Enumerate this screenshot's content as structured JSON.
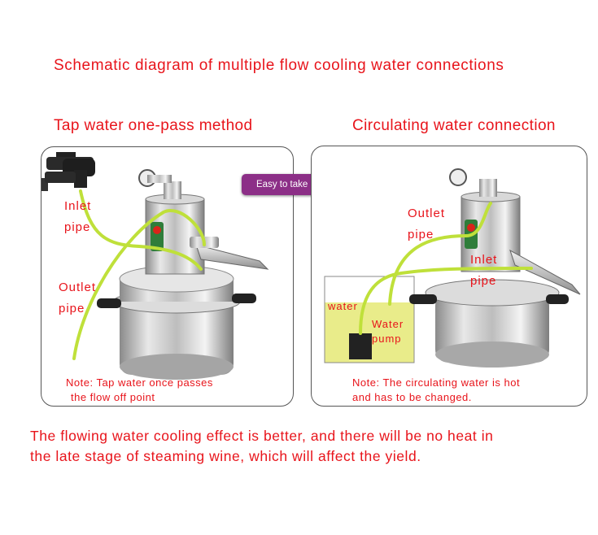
{
  "title": "Schematic diagram of multiple flow cooling water connections",
  "left": {
    "heading": "Tap water one-pass method",
    "inlet_label_1": "Inlet",
    "inlet_label_2": "pipe",
    "outlet_label_1": "Outlet",
    "outlet_label_2": "pipe",
    "note_1": "Note: Tap water once passes",
    "note_2": "the flow off point"
  },
  "badge": "Easy to take in and out",
  "right": {
    "heading": "Circulating water connection",
    "outlet_label_1": "Outlet",
    "outlet_label_2": "pipe",
    "inlet_label_1": "Inlet",
    "inlet_label_2": "pipe",
    "water_label": "water",
    "pump_label_1": "Water",
    "pump_label_2": "pump",
    "note_1": "Note: The circulating water is hot",
    "note_2": "and has to be changed."
  },
  "footer": {
    "line_1": "The flowing water cooling effect is better, and there will be no heat in",
    "line_2": "the late stage of steaming wine, which will affect the yield."
  },
  "colors": {
    "text_red": "#e8141b",
    "hose_green": "#bfe03a",
    "badge_purple": "#8c2f87",
    "water_yellow": "#e9ec8a"
  }
}
